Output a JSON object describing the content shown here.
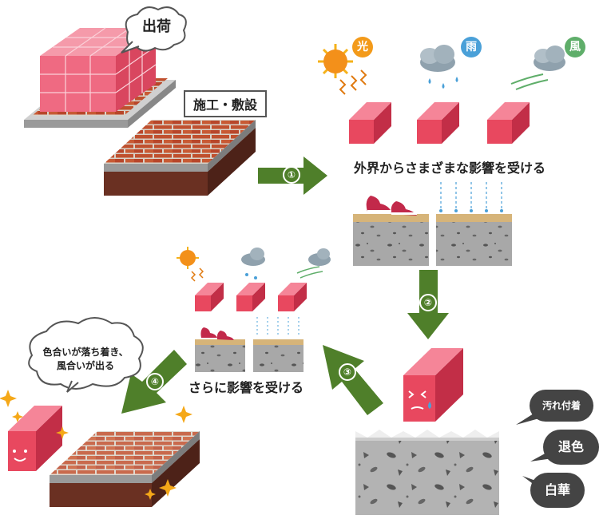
{
  "labels": {
    "shipping": "出荷",
    "construction": "施工・敷設",
    "external_influence": "外界からさまざまな影響を受ける",
    "further_influence": "さらに影響を受ける",
    "patina_line1": "色合いが落ち着き、",
    "patina_line2": "風合いが出る"
  },
  "weather": {
    "light": "光",
    "rain": "雨",
    "wind": "風"
  },
  "steps": [
    "①",
    "②",
    "③",
    "④"
  ],
  "effects": [
    "汚れ付着",
    "退色",
    "白華"
  ],
  "colors": {
    "arrow_green": "#4f7f2a",
    "brick_pink": "#e8485f",
    "sun_orange": "#f39a1a",
    "rain_blue": "#4aa0d8",
    "wind_green": "#5fae6a",
    "bubble_dark": "#444444"
  }
}
